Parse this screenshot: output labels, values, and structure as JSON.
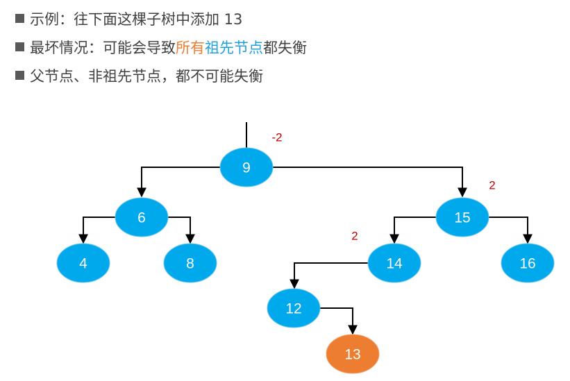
{
  "bullets": [
    {
      "parts": [
        {
          "text": "示例：往下面这棵子树中添加 13",
          "color": "normal"
        }
      ]
    },
    {
      "parts": [
        {
          "text": "最坏情况：可能会导致",
          "color": "normal"
        },
        {
          "text": "所有",
          "color": "orange"
        },
        {
          "text": "祖先节点",
          "color": "blue"
        },
        {
          "text": "都失衡",
          "color": "normal"
        }
      ]
    },
    {
      "parts": [
        {
          "text": "父节点、非祖先节点，都不可能失衡",
          "color": "normal"
        }
      ]
    }
  ],
  "tree": {
    "nodes": {
      "n9": {
        "label": "9",
        "color": "#00a8ec"
      },
      "n6": {
        "label": "6",
        "color": "#00a8ec"
      },
      "n15": {
        "label": "15",
        "color": "#00a8ec"
      },
      "n4": {
        "label": "4",
        "color": "#00a8ec"
      },
      "n8": {
        "label": "8",
        "color": "#00a8ec"
      },
      "n14": {
        "label": "14",
        "color": "#00a8ec"
      },
      "n16": {
        "label": "16",
        "color": "#00a8ec"
      },
      "n12": {
        "label": "12",
        "color": "#00a8ec"
      },
      "n13": {
        "label": "13",
        "color": "#ed7d31"
      }
    },
    "balance_factors": {
      "bf9": "-2",
      "bf15": "2",
      "bf14": "2"
    }
  }
}
